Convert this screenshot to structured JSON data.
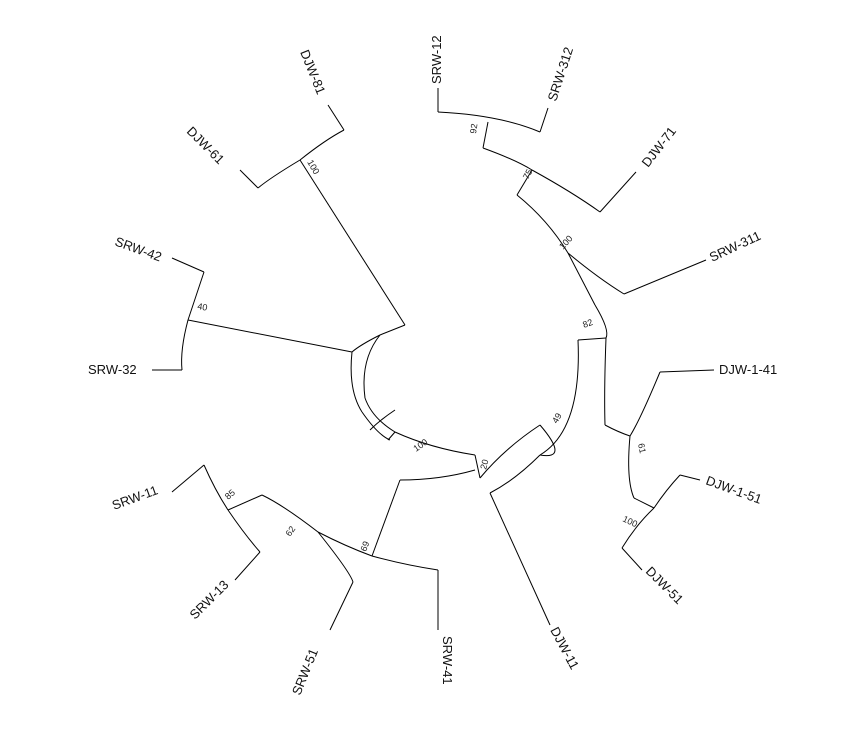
{
  "tree": {
    "type": "circular-dendrogram",
    "leaves": [
      "SRW-12",
      "SRW-312",
      "DJW-71",
      "SRW-311",
      "DJW-1-41",
      "DJW-1-51",
      "DJW-51",
      "DJW-11",
      "SRW-41",
      "SRW-51",
      "SRW-13",
      "SRW-11",
      "SRW-32",
      "SRW-42",
      "DJW-61",
      "DJW-81"
    ],
    "bootstrap": [
      "92",
      "75",
      "100",
      "82",
      "61",
      "100",
      "49",
      "20",
      "100",
      "69",
      "62",
      "85",
      "40",
      "100"
    ]
  }
}
